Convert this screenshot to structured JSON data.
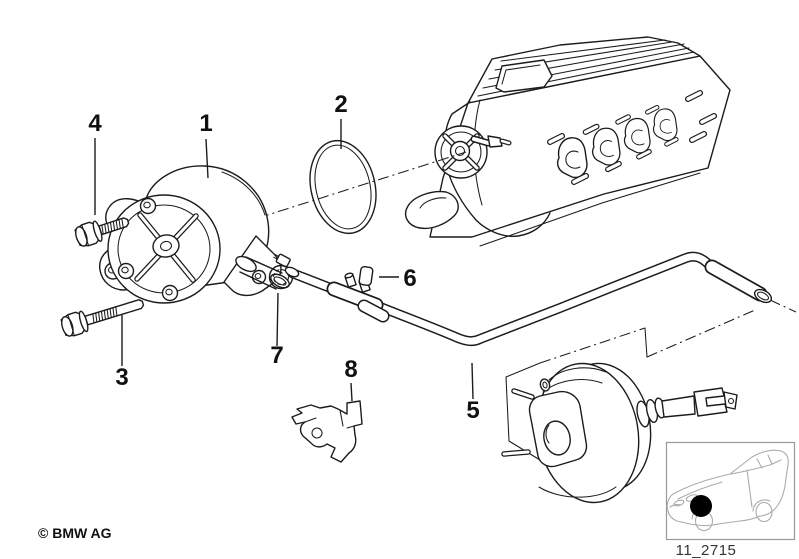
{
  "diagram": {
    "type": "exploded-parts-line-drawing",
    "colors": {
      "line": "#1c1c1c",
      "car_line": "#ababab",
      "box_border": "#9a9a9a",
      "dot": "#000000",
      "background": "#ffffff"
    }
  },
  "callouts": [
    {
      "label": "1"
    },
    {
      "label": "2"
    },
    {
      "label": "3"
    },
    {
      "label": "4"
    },
    {
      "label": "5"
    },
    {
      "label": "6"
    },
    {
      "label": "7"
    },
    {
      "label": "8"
    }
  ],
  "footer": {
    "copyright": "© BMW AG"
  },
  "location_plate": {
    "code": "11_2715"
  },
  "icons": [
    {
      "name": "car-location-icon"
    }
  ]
}
